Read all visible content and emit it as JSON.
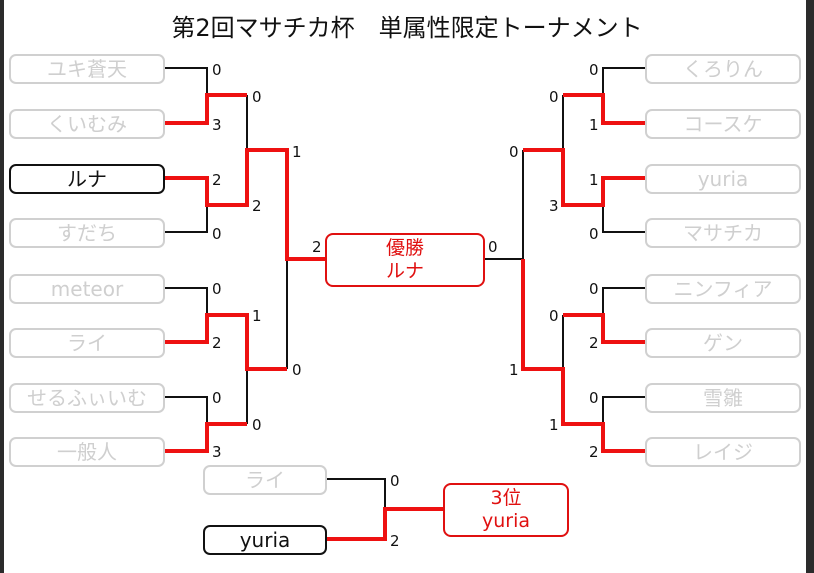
{
  "title": "第2回マサチカ杯　単属性限定トーナメント",
  "left": [
    {
      "name": "ユキ蒼天",
      "score": "0"
    },
    {
      "name": "くいむみ",
      "score": "3"
    },
    {
      "name": "ルナ",
      "score": "2"
    },
    {
      "name": "すだち",
      "score": "0"
    },
    {
      "name": "meteor",
      "score": "0"
    },
    {
      "name": "ライ",
      "score": "2"
    },
    {
      "name": "せるふぃいむ",
      "score": "0"
    },
    {
      "name": "一般人",
      "score": "3"
    }
  ],
  "left_r2": [
    "0",
    "2",
    "1",
    "0"
  ],
  "left_r3": [
    "1",
    "0"
  ],
  "left_final": "2",
  "right": [
    {
      "name": "くろりん",
      "score": "0"
    },
    {
      "name": "コースケ",
      "score": "1"
    },
    {
      "name": "yuria",
      "score": "1"
    },
    {
      "name": "マサチカ",
      "score": "0"
    },
    {
      "name": "ニンフィア",
      "score": "0"
    },
    {
      "name": "ゲン",
      "score": "2"
    },
    {
      "name": "雪雛",
      "score": "0"
    },
    {
      "name": "レイジ",
      "score": "2"
    }
  ],
  "right_r2": [
    "0",
    "3",
    "0",
    "1"
  ],
  "right_r3": [
    "0",
    "1"
  ],
  "right_final": "0",
  "champion": {
    "label": "優勝",
    "name": "ルナ"
  },
  "third_place_match": [
    {
      "name": "ライ",
      "score": "0"
    },
    {
      "name": "yuria",
      "score": "2"
    }
  ],
  "third": {
    "label": "3位",
    "name": "yuria"
  },
  "colors": {
    "win_line": "#ee1111",
    "line": "#111111",
    "loser_text": "#cfcfcf"
  }
}
